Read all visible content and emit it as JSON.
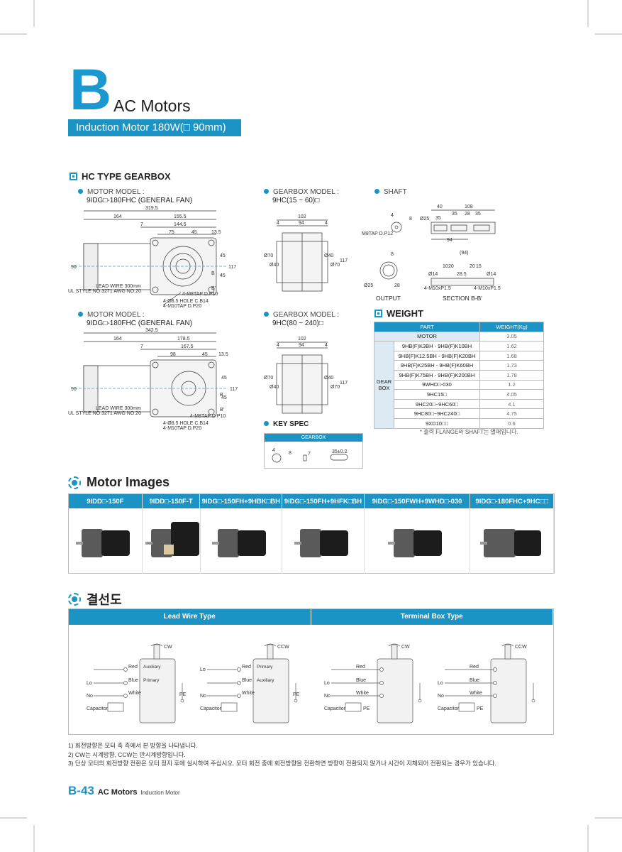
{
  "header": {
    "letter": "B",
    "title": "AC Motors",
    "banner": "Induction Motor 180W(□ 90mm)"
  },
  "section_hc": "HC TYPE GEARBOX",
  "drawings": {
    "motor1": {
      "label1": "MOTOR MODEL :",
      "label2": "9IDG□-180FHC (GENERAL FAN)",
      "dims": [
        "319.5",
        "164",
        "155.5",
        "7",
        "144.5",
        "75",
        "45",
        "13.5",
        "90",
        "45",
        "45",
        "117",
        "B",
        "B'"
      ],
      "lead1": "LEAD WIRE 300mm",
      "lead2": "UL STYLE NO.3271 AWG NO.20",
      "c1": "4-M8TAP D.P10",
      "c2": "4-Ø8.5 HOLE C.B14",
      "c3": "4-M10TAP D.P20"
    },
    "motor2": {
      "label1": "MOTOR MODEL :",
      "label2": "9IDG□-180FHC (GENERAL FAN)",
      "dims": [
        "342.5",
        "164",
        "178.5",
        "7",
        "167.5",
        "98",
        "45",
        "13.5",
        "90",
        "45",
        "45",
        "117",
        "B",
        "B'"
      ],
      "lead1": "LEAD WIRE 300mm",
      "lead2": "UL STYLE NO.3271 AWG NO.20",
      "c1": "4-M8TAP D.P10",
      "c2": "4-Ø8.5 HOLE C.B14",
      "c3": "4-M10TAP D.P20"
    },
    "gear1": {
      "label1": "GEARBOX MODEL :",
      "label2": "9HC(15 ~ 60)□",
      "dims": [
        "102",
        "4",
        "94",
        "4",
        "Ø70",
        "Ø40",
        "Ø40",
        "Ø70",
        "117"
      ]
    },
    "gear2": {
      "label1": "GEARBOX MODEL :",
      "label2": "9HC(80 ~ 240)□",
      "dims": [
        "102",
        "4",
        "94",
        "4",
        "Ø70",
        "Ø40",
        "Ø40",
        "Ø70",
        "117"
      ]
    },
    "shaft": {
      "label": "SHAFT",
      "dims": [
        "40",
        "108",
        "35",
        "35",
        "28",
        "35",
        "94",
        "4",
        "8",
        "Ø25",
        "M8TAP D.P12",
        "8",
        "(94)",
        "10",
        "20",
        "20",
        "15",
        "Ø14",
        "Ø14",
        "28.5",
        "4-M10xP1.5",
        "4-M10xP1.5",
        "Ø25",
        "28"
      ],
      "output": "OUTPUT",
      "section": "SECTION B-B'"
    }
  },
  "weight": {
    "title": "WEIGHT",
    "col_part": "PART",
    "col_weight": "WEIGHT(Kg)",
    "motor_label": "MOTOR",
    "motor_weight": "3.05",
    "group_label": [
      "GEAR",
      "BOX"
    ],
    "rows": [
      {
        "part": "9HB(F)K3BH - 9HB(F)K10BH",
        "w": "1.62"
      },
      {
        "part": "9HB(F)K12.5BH - 9HB(F)K20BH",
        "w": "1.68"
      },
      {
        "part": "9HB(F)K25BH - 9HB(F)K60BH",
        "w": "1.73"
      },
      {
        "part": "9HB(F)K75BH - 9HB(F)K200BH",
        "w": "1.78"
      },
      {
        "part": "9WHD□-030",
        "w": "1.2"
      },
      {
        "part": "9HC15□",
        "w": "4.05"
      },
      {
        "part": "9HC20□~9HC60□",
        "w": "4.1"
      },
      {
        "part": "9HC80□~9HC240□",
        "w": "4.75"
      },
      {
        "part": "9XD10□□",
        "w": "0.6"
      }
    ],
    "note": "* 출력 FLANGE와 SHAFT는 별매입니다."
  },
  "key_spec": {
    "title": "KEY SPEC",
    "header": "GEARBOX",
    "dims": [
      "4",
      "8",
      "7",
      "35±0.2"
    ]
  },
  "motor_images": {
    "title": "Motor Images",
    "models": [
      "9IDD□-150F",
      "9IDD□-150F-T",
      "9IDG□-150FH+9HBK□BH",
      "9IDG□-150FH+9HFK□BH",
      "9IDG□-150FWH+9WHD□-030",
      "9IDG□-180FHC+9HC□□"
    ]
  },
  "wiring": {
    "title": "결선도",
    "lead_wire": "Lead Wire Type",
    "terminal_box": "Terminal Box Type",
    "d1": {
      "dir": "CW",
      "w1": "Red",
      "w2": "Blue",
      "w3": "White",
      "c1": "Auxiliary",
      "c2": "Primary",
      "pe": "PE",
      "lo": "Lo",
      "no": "No",
      "cap": "Capacitor"
    },
    "d2": {
      "dir": "CCW",
      "w1": "Red",
      "w2": "Blue",
      "w3": "White",
      "c1": "Primary",
      "c2": "Auxiliary",
      "pe": "PE",
      "lo": "Lo",
      "no": "No",
      "cap": "Capacitor"
    },
    "d3": {
      "dir": "CW",
      "w1": "Red",
      "w2": "Blue",
      "w3": "White",
      "pe": "PE",
      "lo": "Lo",
      "no": "No",
      "cap": "Capacitor"
    },
    "d4": {
      "dir": "CCW",
      "w1": "Red",
      "w2": "Blue",
      "w3": "White",
      "pe": "PE",
      "lo": "Lo",
      "no": "No",
      "cap": "Capacitor"
    }
  },
  "notes": [
    "1) 회전방향은 모터 축 측에서 본 방향을 나타냅니다.",
    "2) CW는 시계방향, CCW는 반시계방향입니다.",
    "3) 단상 모터의 회전방향 전환은 모터 정지 후에 실시하여 주십시오. 모터 회전 중에 회전방향을 전환하면 방향이 전환되지 않거나 시간이 지체되어 전환되는 경우가 있습니다."
  ],
  "footer": {
    "page": "B-43",
    "title": "AC Motors",
    "sub": "Induction Motor"
  },
  "colors": {
    "accent": "#1b93c4"
  }
}
